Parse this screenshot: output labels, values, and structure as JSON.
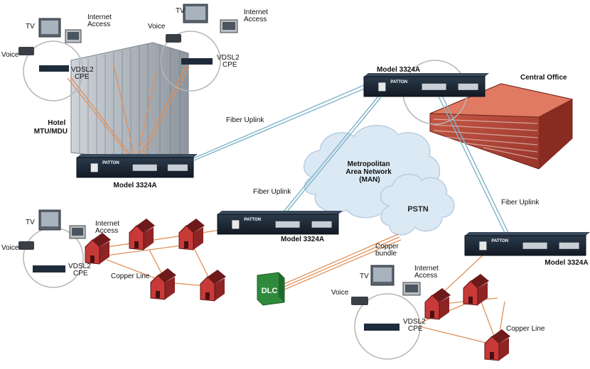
{
  "colors": {
    "fiber": "#7fb3c8",
    "copper": "#e0905a",
    "device": "#1e2b3a",
    "house_front": "#c83a38",
    "house_side": "#8e2424",
    "house_roof": "#6e1a1a",
    "office": "#c04a3c",
    "cloud": "#dbe9f4",
    "dlc": "#2f8a3c"
  },
  "hotel": {
    "label": "Hotel\nMTU/MDU"
  },
  "central_office": {
    "label": "Central Office"
  },
  "cloud_man": {
    "label": "Metropolitan\nArea Network\n(MAN)"
  },
  "cloud_pstn": {
    "label": "PSTN"
  },
  "dlc": {
    "label": "DLC"
  },
  "device_brand": "PATTON",
  "devices": [
    {
      "id": "hotel",
      "label": "Model 3324A"
    },
    {
      "id": "central",
      "label": "Model 3324A"
    },
    {
      "id": "middle",
      "label": "Model 3324A"
    },
    {
      "id": "right",
      "label": "Model 3324A"
    }
  ],
  "links": {
    "fiber_uplink_1": "Fiber Uplink",
    "fiber_uplink_2": "Fiber Uplink",
    "fiber_uplink_3": "Fiber Uplink",
    "copper_bundle": "Copper\nbundle",
    "copper_line_left": "Copper Line",
    "copper_line_right": "Copper Line"
  },
  "subscriber_sites": [
    {
      "id": "hotel-left",
      "tv": "TV",
      "internet": "Internet\nAccess",
      "voice": "Voice",
      "cpe": "VDSL2\nCPE"
    },
    {
      "id": "hotel-right",
      "tv": "TV",
      "internet": "Internet\nAccess",
      "voice": "Voice",
      "cpe": "VDSL2\nCPE"
    },
    {
      "id": "residential-left",
      "tv": "TV",
      "internet": "Internet\nAccess",
      "voice": "Voice",
      "cpe": "VDSL2\nCPE"
    },
    {
      "id": "residential-right",
      "tv": "TV",
      "internet": "Internet\nAccess",
      "voice": "Voice",
      "cpe": "VDSL2\nCPE"
    }
  ]
}
